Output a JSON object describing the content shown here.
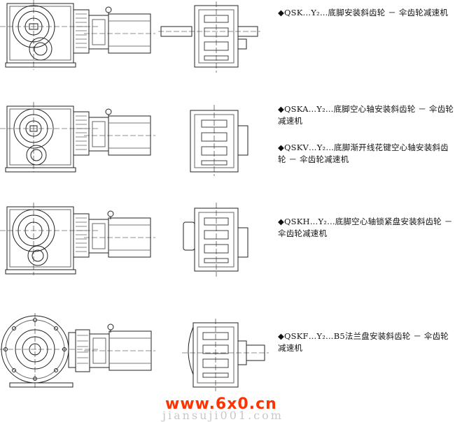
{
  "captions": [
    {
      "text": "◆QSK…Y₂…底脚安装斜齿轮 － 伞齿轮减速机"
    },
    {
      "text": "◆QSKA…Y₂…底脚空心轴安装斜齿轮 － 伞齿轮减速机"
    },
    {
      "text": "◆QSKV…Y₂…底脚渐开线花键空心轴安装斜齿轮 － 伞齿轮减速机"
    },
    {
      "text": "◆QSKH…Y₂…底脚空心轴锁紧盘安装斜齿轮 － 伞齿轮减速机"
    },
    {
      "text": "◆QSKF…Y₂…B5法兰盘安装斜齿轮 － 伞齿轮减速机"
    }
  ],
  "watermark": {
    "logo": "www.6x0.cn",
    "url": "jiansuji001.com"
  }
}
